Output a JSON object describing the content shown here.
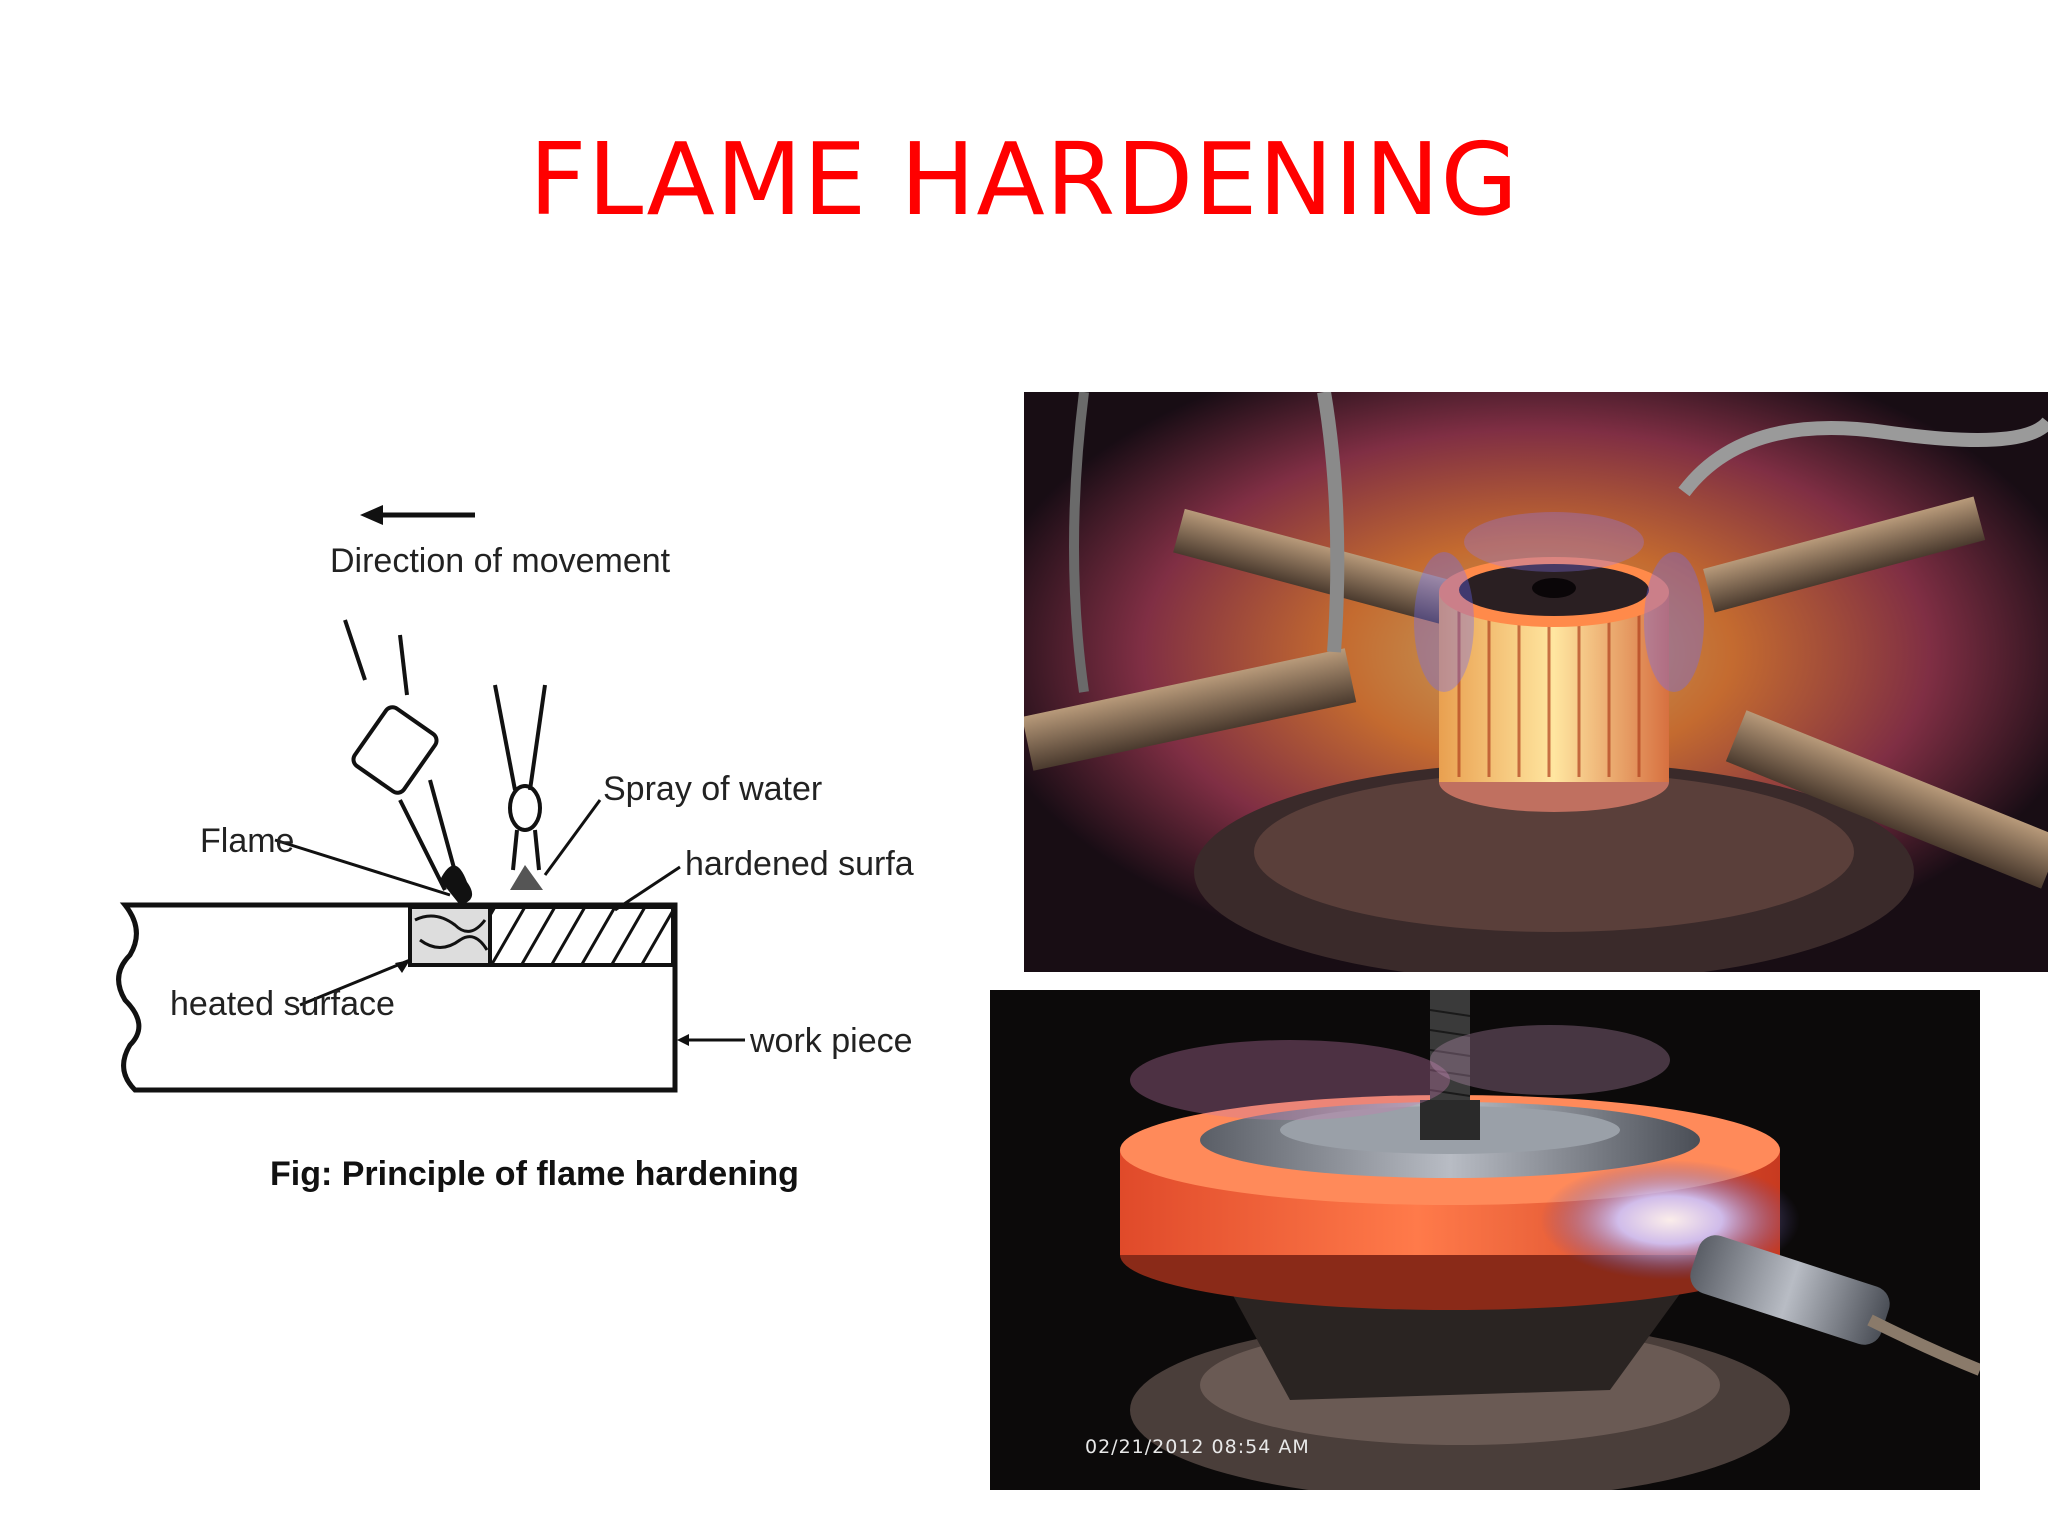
{
  "slide": {
    "title": "FLAME HARDENING"
  },
  "diagram": {
    "direction_label": "Direction of movement",
    "flame_label": "Flame",
    "spray_label": "Spray of water",
    "hardened_label": "hardened surface",
    "heated_label": "heated surface",
    "workpiece_label": "work piece",
    "caption": "Fig: Principle of flame hardening"
  },
  "photos": {
    "bottom_timestamp": "02/21/2012 08:54 AM"
  }
}
